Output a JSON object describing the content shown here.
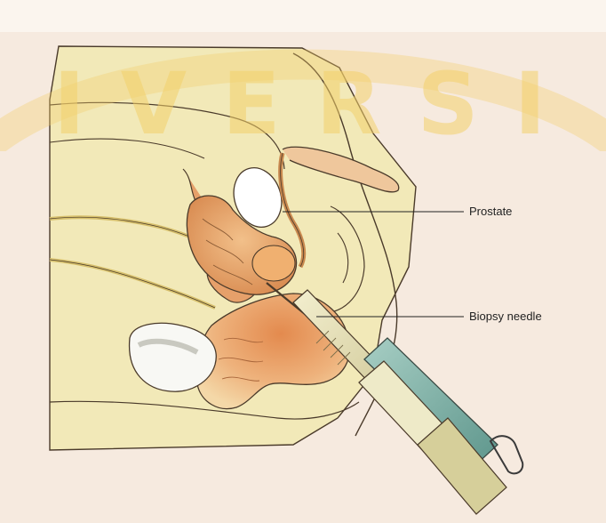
{
  "labels": {
    "prostate": "Prostate",
    "biopsy_needle": "Biopsy needle"
  },
  "watermark": {
    "text": "IVERSI"
  },
  "colors": {
    "background": "#f6eadf",
    "tissue": "#f2e9b8",
    "prostate": "#e8a874",
    "rectum": "#e9a16a",
    "probe": "#88b6ad",
    "watermark": "#f3cf6a"
  }
}
